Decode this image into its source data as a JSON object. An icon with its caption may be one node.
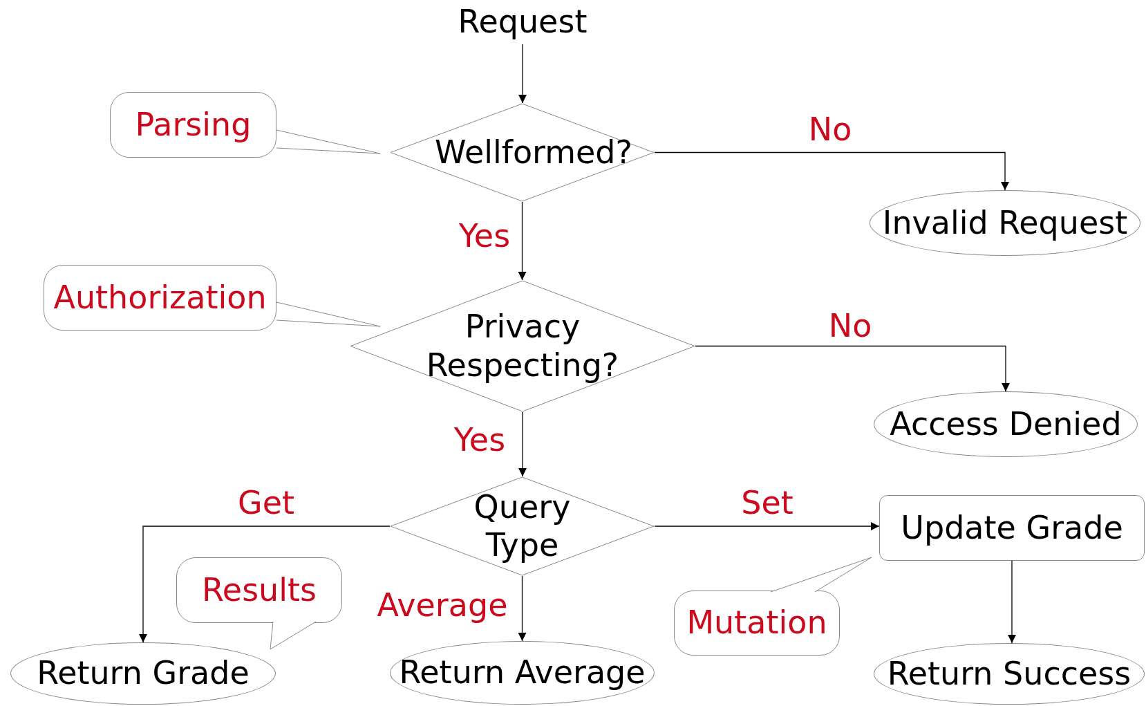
{
  "diagram": {
    "nodes": [
      {
        "text": [
          "Request"
        ]
      },
      {
        "text": [
          "Parsing"
        ]
      },
      {
        "text": [
          "Wellformed?"
        ]
      },
      {
        "text": [
          "Invalid Request"
        ]
      },
      {
        "text": [
          "Authorization"
        ]
      },
      {
        "text": [
          "Privacy Respecting?"
        ]
      },
      {
        "text": [
          "Access Denied"
        ]
      },
      {
        "text": [
          "Query Type"
        ]
      },
      {
        "text": [
          "Update Grade"
        ]
      },
      {
        "text": [
          "Results"
        ]
      },
      {
        "text": [
          "Mutation"
        ]
      },
      {
        "text": [
          "Return Grade"
        ]
      },
      {
        "text": [
          "Return Average"
        ]
      },
      {
        "text": [
          "Return Success"
        ]
      }
    ],
    "edges": [
      {
        "from": 0,
        "to": 2,
        "arrow": "to"
      },
      {
        "from": 2,
        "to": 3,
        "arrow": "to",
        "label": "No"
      },
      {
        "from": 2,
        "to": 5,
        "arrow": "to",
        "label": "Yes"
      },
      {
        "from": 5,
        "to": 6,
        "arrow": "to",
        "label": "No"
      },
      {
        "from": 5,
        "to": 7,
        "arrow": "to",
        "label": "Yes"
      },
      {
        "from": 7,
        "to": 11,
        "arrow": "to",
        "label": "Get"
      },
      {
        "from": 7,
        "to": 12,
        "arrow": "to",
        "label": "Average"
      },
      {
        "from": 7,
        "to": 8,
        "arrow": "to",
        "label": "Set"
      },
      {
        "from": 8,
        "to": 13,
        "arrow": "to"
      }
    ]
  }
}
